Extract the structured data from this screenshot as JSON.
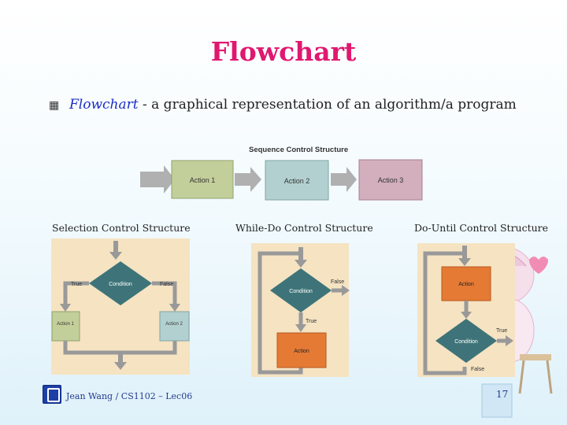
{
  "slide": {
    "title": "Flowchart",
    "bullet_term": "Flowchart",
    "bullet_rest": " - a graphical representation of an algorithm/a program",
    "footer": "Jean Wang / CS1102 – Lec06",
    "page_number": "17"
  },
  "sequence": {
    "title": "Sequence Control Structure",
    "action1": "Action 1",
    "action2": "Action 2",
    "action3": "Action 3"
  },
  "selection": {
    "caption": "Selection Control Structure",
    "condition": "Condition",
    "true_label": "True",
    "false_label": "False",
    "action1": "Action 1",
    "action2": "Action 2"
  },
  "whiledo": {
    "caption": "While-Do Control Structure",
    "condition": "Condition",
    "false_label": "False",
    "true_label": "True",
    "action": "Action"
  },
  "dountil": {
    "caption": "Do-Until Control Structure",
    "action": "Action",
    "condition": "Condition",
    "true_label": "True",
    "false_label": "False"
  },
  "colors": {
    "title": "#e0186f",
    "action1_fill": "#c3cf9a",
    "action2_fill": "#b3d0d0",
    "action3_fill": "#d3aebd",
    "condition_fill": "#3e7479",
    "orange_fill": "#e57a35",
    "panel_bg": "#f5e3c2",
    "arrow": "#8c8c8c"
  }
}
